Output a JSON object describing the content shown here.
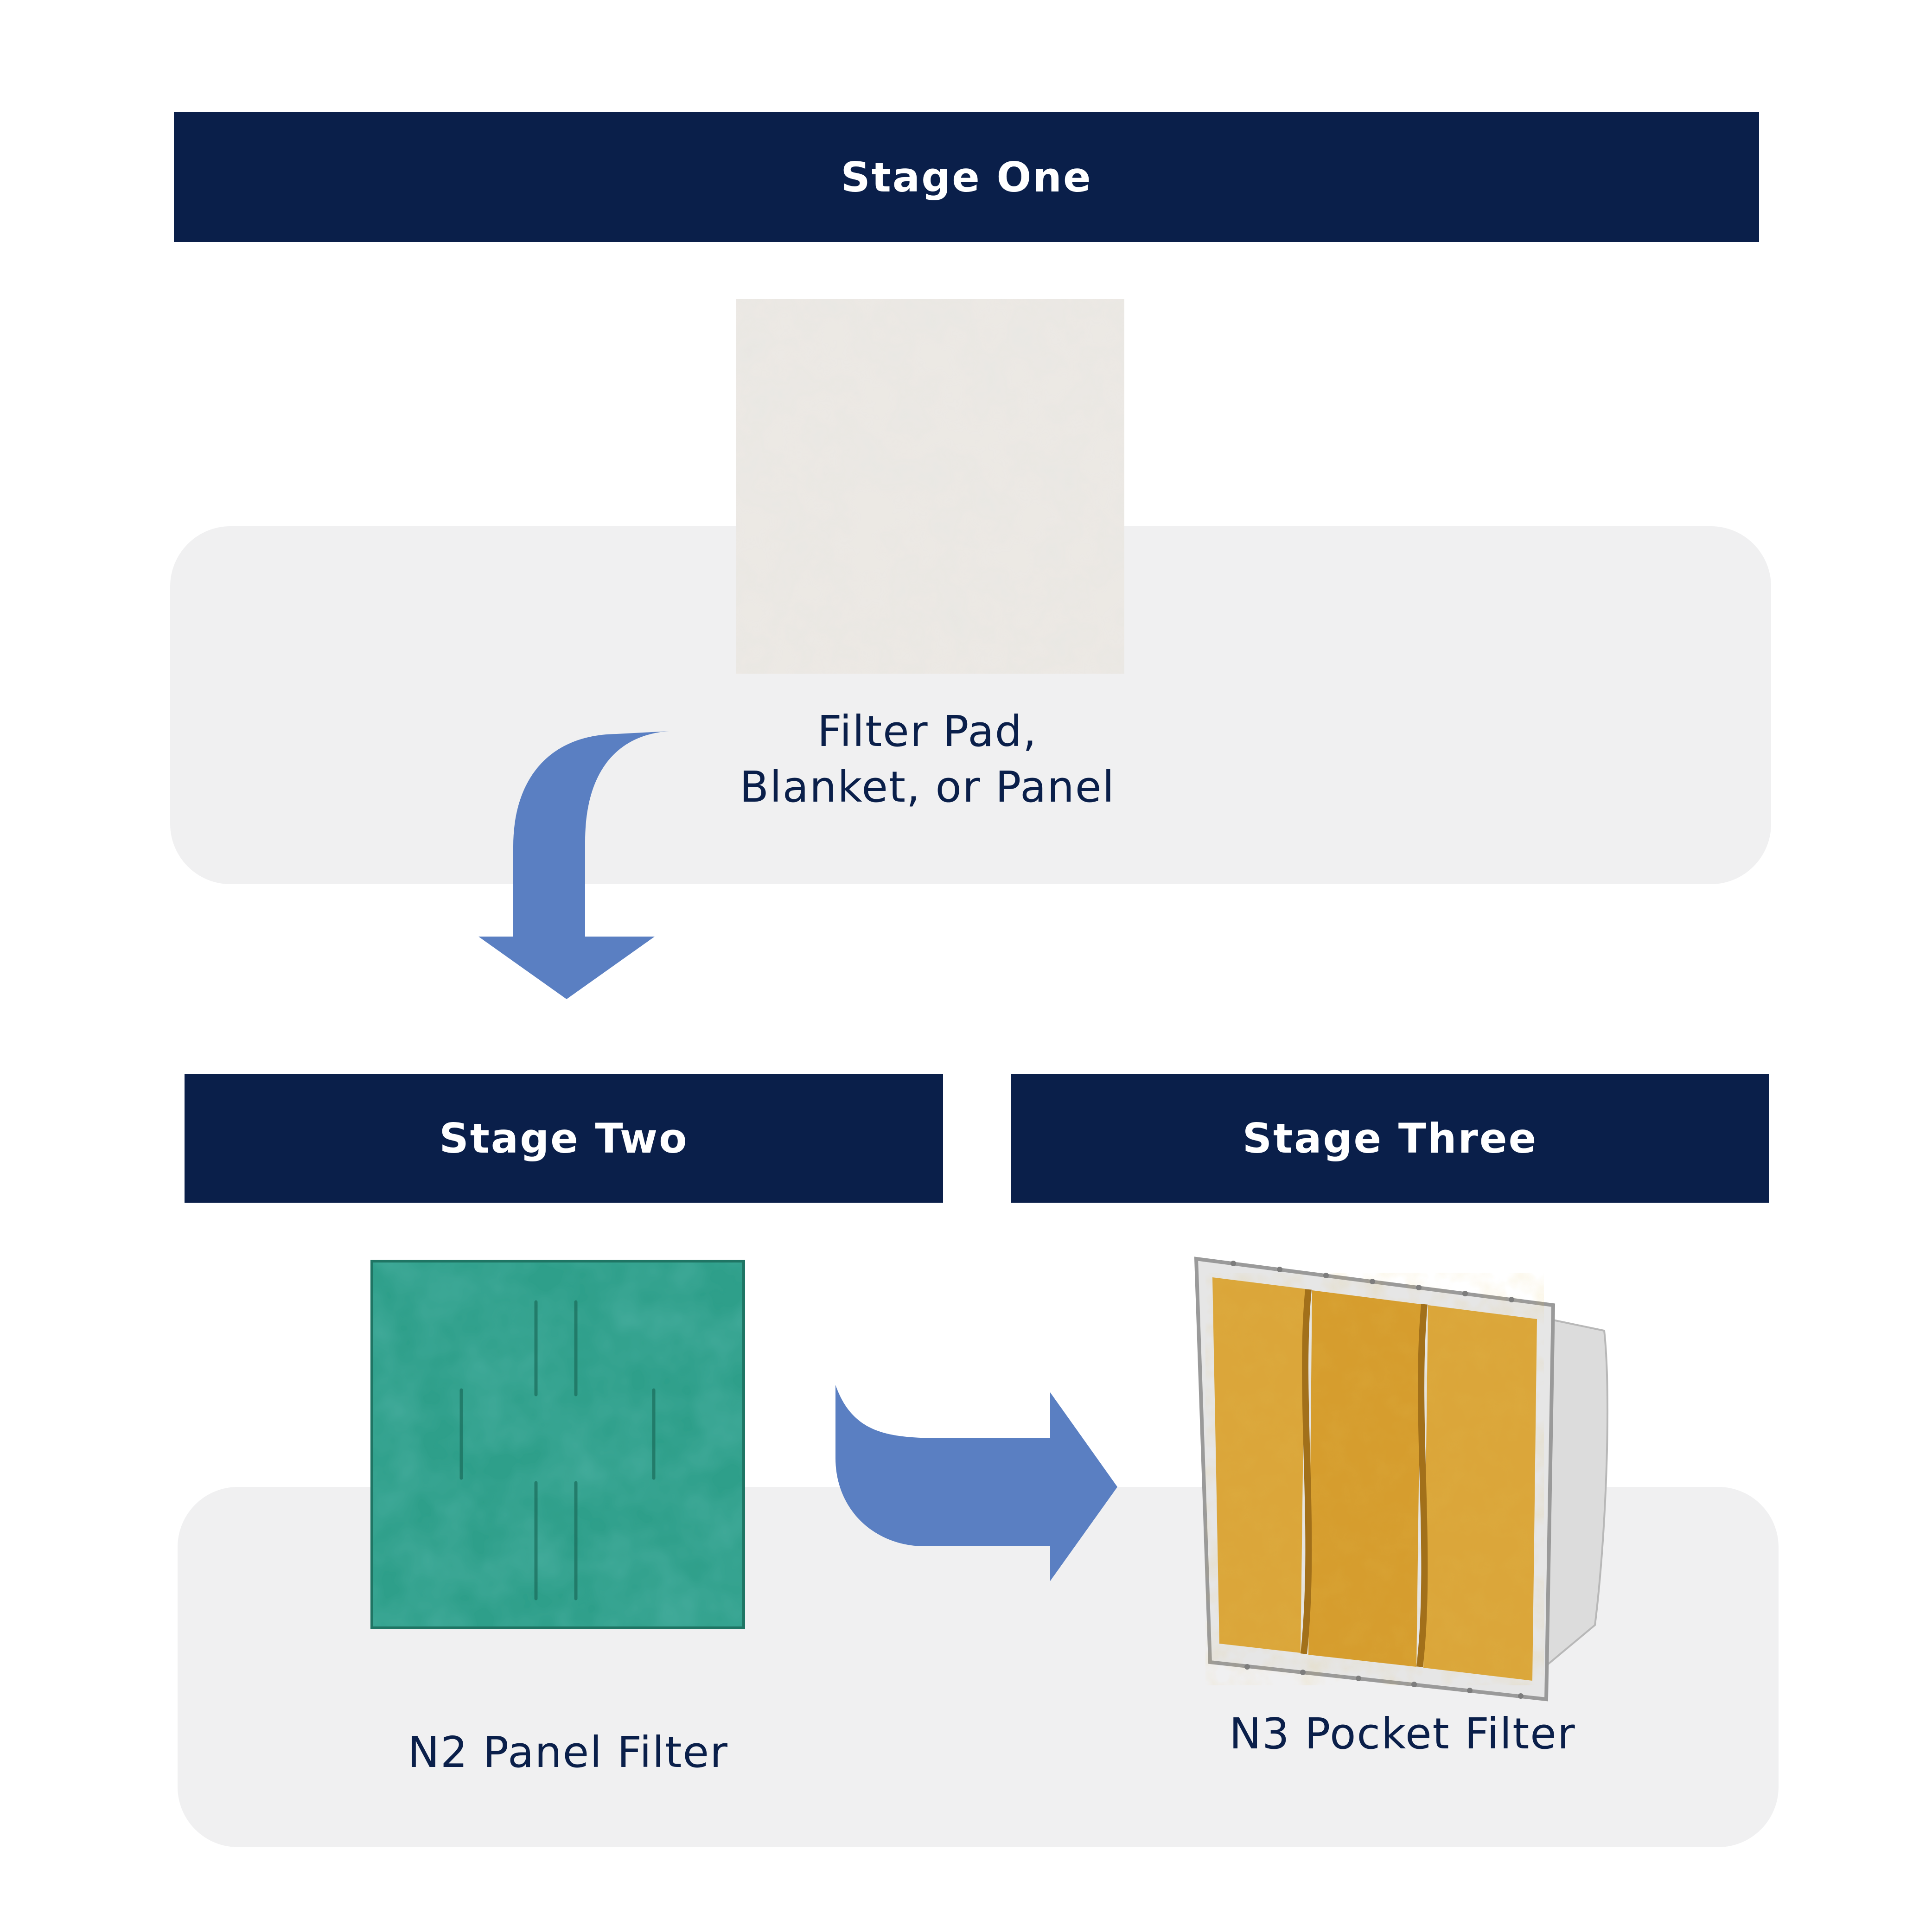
{
  "stage_one": {
    "header": "Stage One",
    "caption_line1": "Filter Pad,",
    "caption_line2": "Blanket, or Panel",
    "image": "filter-pad-photo"
  },
  "stage_two": {
    "header": "Stage Two",
    "caption": "N2 Panel Filter",
    "image": "panel-filter-photo"
  },
  "stage_three": {
    "header": "Stage Three",
    "caption": "N3 Pocket Filter",
    "image": "pocket-filter-photo"
  },
  "colors": {
    "header_bg": "#0a1f4a",
    "panel_bg": "#f0f0f1",
    "arrow": "#5a7fc2",
    "text": "#0a1f4a"
  }
}
